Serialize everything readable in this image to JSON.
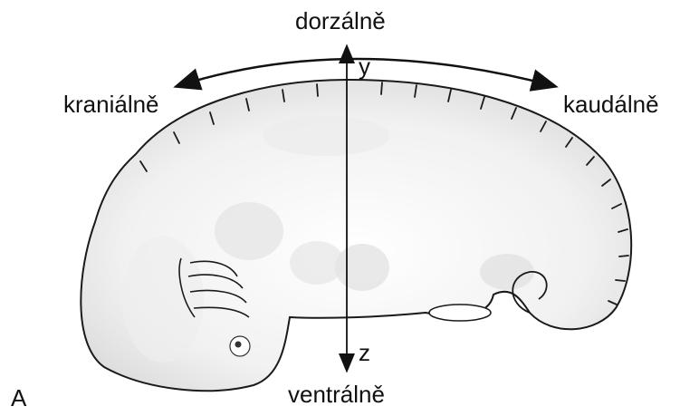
{
  "figure": {
    "panel_letter": "A",
    "directions": {
      "dorsal": "dorzálně",
      "ventral": "ventrálně",
      "cranial": "kraniálně",
      "caudal": "kaudálně"
    },
    "axes": {
      "y": "y",
      "z": "z"
    }
  }
}
